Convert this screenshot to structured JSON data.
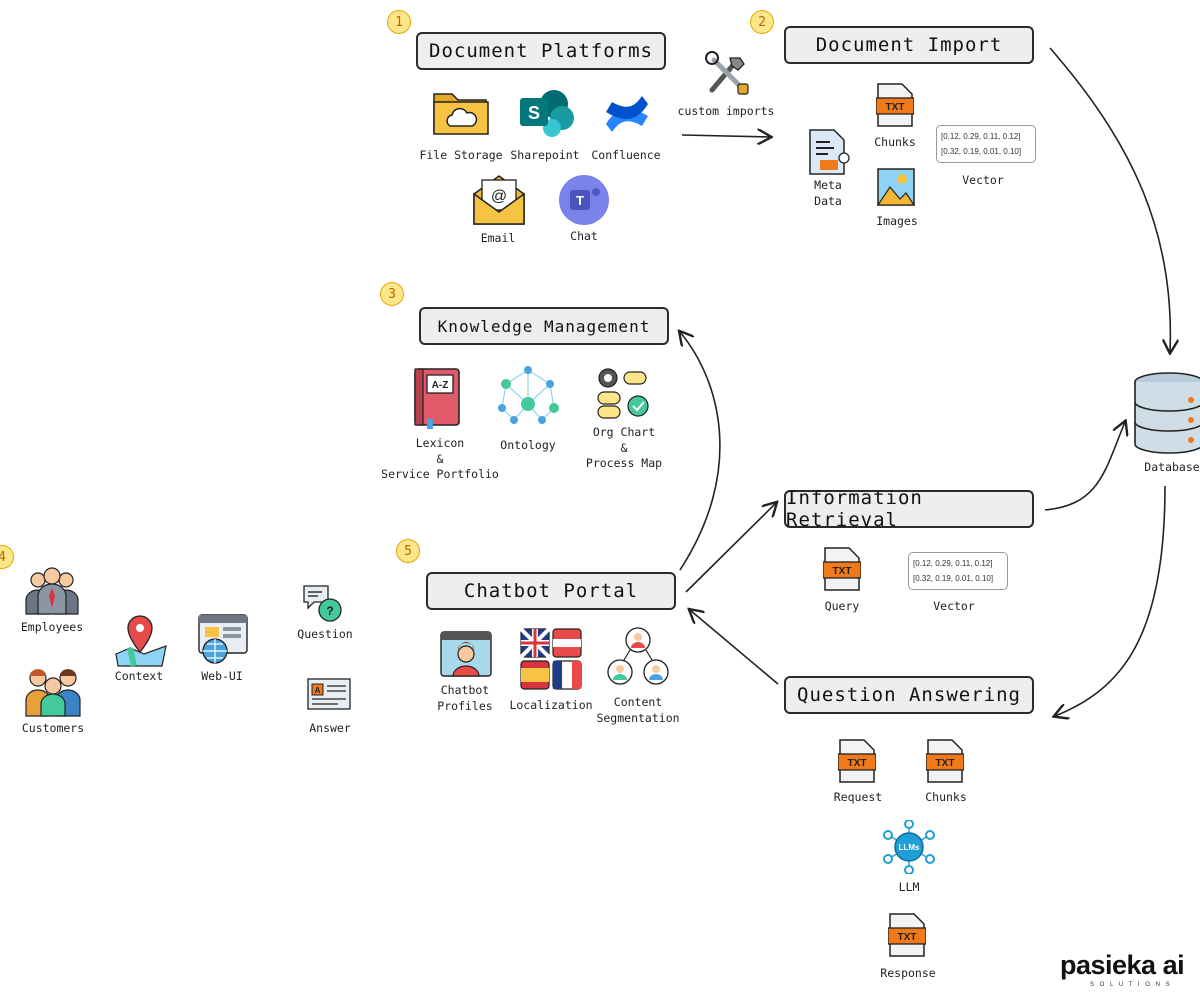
{
  "numbers": [
    "1",
    "2",
    "3",
    "4",
    "5"
  ],
  "sections": {
    "platforms": {
      "title": "Document Platforms",
      "items": [
        "File Storage",
        "Sharepoint",
        "Confluence",
        "Email",
        "Chat"
      ]
    },
    "custom_imports": "custom imports",
    "import": {
      "title": "Document Import",
      "chunks": "Chunks",
      "images": "Images",
      "meta_line1": "Meta",
      "meta_line2": "Data",
      "vector": "Vector",
      "vector_row1": "[0.12, 0.29, 0.11, 0.12]",
      "vector_row2": "[0.32, 0.19, 0.01, 0.10]"
    },
    "knowledge": {
      "title": "Knowledge Management",
      "lexicon1": "Lexicon",
      "lexicon2": "&",
      "lexicon3": "Service Portfolio",
      "ontology": "Ontology",
      "org1": "Org Chart",
      "org2": "&",
      "org3": "Process Map"
    },
    "users": {
      "employees": "Employees",
      "customers": "Customers",
      "context": "Context",
      "webui": "Web-UI",
      "question": "Question",
      "answer": "Answer"
    },
    "portal": {
      "title": "Chatbot Portal",
      "profiles1": "Chatbot",
      "profiles2": "Profiles",
      "localization": "Localization",
      "seg1": "Content",
      "seg2": "Segmentation"
    },
    "retrieval": {
      "title": "Information Retrieval",
      "query": "Query",
      "vector": "Vector",
      "vector_row1": "[0.12, 0.29, 0.11, 0.12]",
      "vector_row2": "[0.32, 0.19, 0.01, 0.10]"
    },
    "qa": {
      "title": "Question Answering",
      "request": "Request",
      "chunks": "Chunks",
      "llm": "LLM",
      "llm_badge": "LLMs",
      "response": "Response"
    },
    "database": "Database",
    "txt": "TXT",
    "az": "A-Z"
  },
  "logo": {
    "main": "pasieka ai",
    "sub": "S O L U T I O N S"
  },
  "colors": {
    "badge_fill": "#fde58a",
    "txt_orange": "#f07a1a",
    "box_fill": "#eceeef",
    "accent_blue": "#1e9fd6"
  }
}
